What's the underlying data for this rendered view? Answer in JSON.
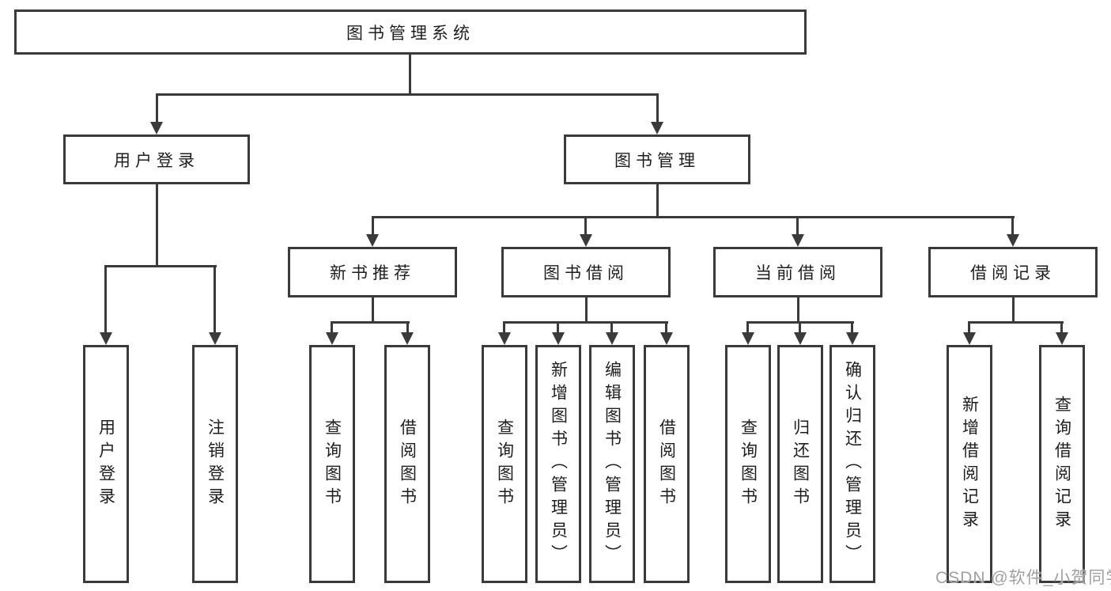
{
  "colors": {
    "line": "#3a3a3a",
    "text": "#1e1e1e",
    "background": "#ffffff",
    "watermark": "#a0a0a0"
  },
  "diagram": {
    "type": "hierarchy-tree",
    "root": {
      "label": "图书管理系统"
    },
    "branches": [
      {
        "label": "用户登录",
        "children": [
          {
            "label": "用户登录"
          },
          {
            "label": "注销登录"
          }
        ]
      },
      {
        "label": "图书管理",
        "children": [
          {
            "label": "新书推荐",
            "children": [
              {
                "label": "查询图书"
              },
              {
                "label": "借阅图书"
              }
            ]
          },
          {
            "label": "图书借阅",
            "children": [
              {
                "label": "查询图书"
              },
              {
                "label": "新增图书（管理员）"
              },
              {
                "label": "编辑图书（管理员）"
              },
              {
                "label": "借阅图书"
              }
            ]
          },
          {
            "label": "当前借阅",
            "children": [
              {
                "label": "查询图书"
              },
              {
                "label": "归还图书"
              },
              {
                "label": "确认归还（管理员）"
              }
            ]
          },
          {
            "label": "借阅记录",
            "children": [
              {
                "label": "新增借阅记录"
              },
              {
                "label": "查询借阅记录"
              }
            ]
          }
        ]
      }
    ]
  },
  "watermark": {
    "text": "CSDN @软件_小贺同学"
  }
}
